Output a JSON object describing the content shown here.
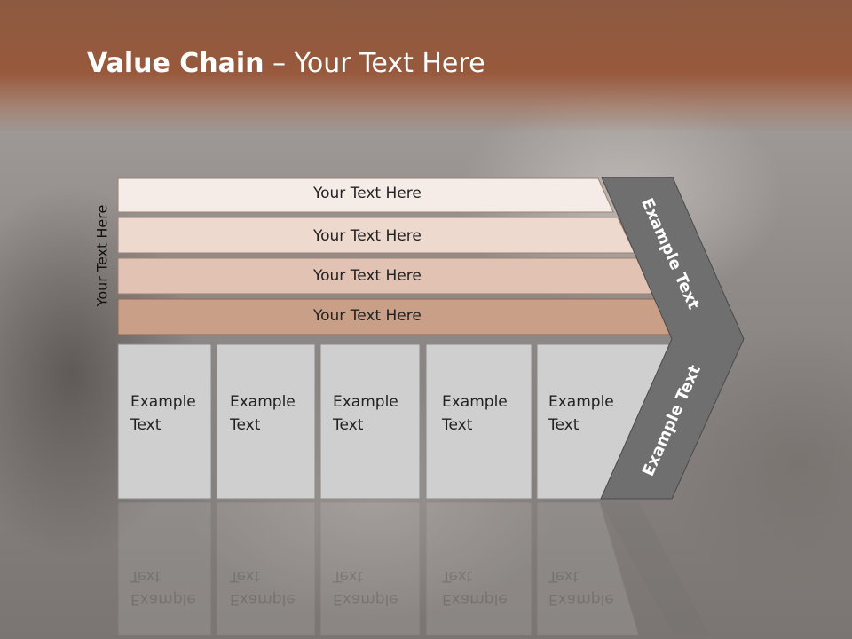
{
  "slide": {
    "title_bold": "Value Chain",
    "title_rest": " – Your Text Here",
    "side_label": "Your Text Here"
  },
  "bars": [
    {
      "label": "Your Text Here",
      "color": "#f5ece8"
    },
    {
      "label": "Your Text Here",
      "color": "#eed9cf"
    },
    {
      "label": "Your Text Here",
      "color": "#e2c2b2"
    },
    {
      "label": "Your Text Here",
      "color": "#c99f87"
    }
  ],
  "boxes": [
    {
      "label": "Example\nText"
    },
    {
      "label": "Example\nText"
    },
    {
      "label": "Example\nText"
    },
    {
      "label": "Example\nText"
    },
    {
      "label": "Example\nText"
    }
  ],
  "chevron": {
    "upper_label": "Example Text",
    "lower_label": "Example Text",
    "color": "#6f6f6f"
  },
  "box_color": "#cfcfcf"
}
